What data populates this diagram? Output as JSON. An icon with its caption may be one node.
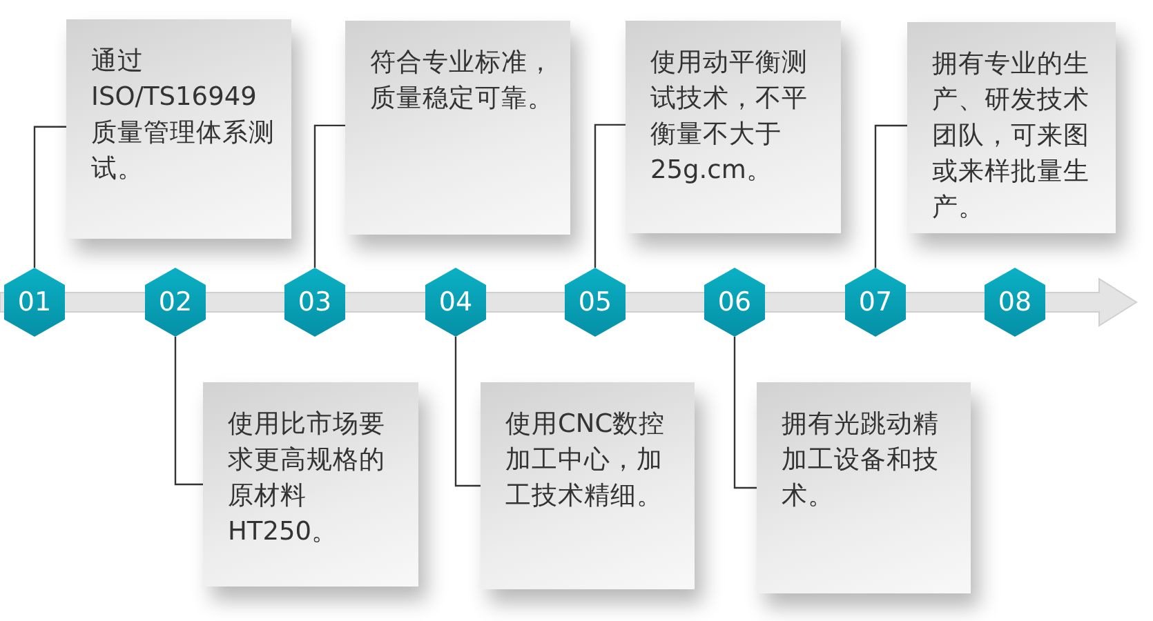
{
  "diagram": {
    "nodes": [
      {
        "text": [
          "01"
        ]
      },
      {
        "text": [
          "02"
        ]
      },
      {
        "text": [
          "03"
        ]
      },
      {
        "text": [
          "04"
        ]
      },
      {
        "text": [
          "05"
        ]
      },
      {
        "text": [
          "06"
        ]
      },
      {
        "text": [
          "07"
        ]
      },
      {
        "text": [
          "08"
        ]
      },
      {
        "text": [
          "通过ISO/TS16949质量管理体系测试。"
        ]
      },
      {
        "text": [
          "符合专业标准，质量稳定可靠。"
        ]
      },
      {
        "text": [
          "使用动平衡测试技术，不平衡量不大于25g.cm。"
        ]
      },
      {
        "text": [
          "拥有专业的生产、研发技术团队，可来图或来样批量生产。"
        ]
      },
      {
        "text": [
          "使用比市场要求更高规格的原材料HT250。"
        ]
      },
      {
        "text": [
          "使用CNC数控加工中心，加工技术精细。"
        ]
      },
      {
        "text": [
          "拥有光跳动精加工设备和技术。"
        ]
      }
    ],
    "edges": [
      {
        "from": 0,
        "to": 8,
        "arrow": "none"
      },
      {
        "from": 1,
        "to": 12,
        "arrow": "none"
      },
      {
        "from": 2,
        "to": 9,
        "arrow": "none"
      },
      {
        "from": 3,
        "to": 13,
        "arrow": "none"
      },
      {
        "from": 4,
        "to": 10,
        "arrow": "none"
      },
      {
        "from": 5,
        "to": 14,
        "arrow": "none"
      },
      {
        "from": 6,
        "to": 11,
        "arrow": "none"
      }
    ]
  }
}
